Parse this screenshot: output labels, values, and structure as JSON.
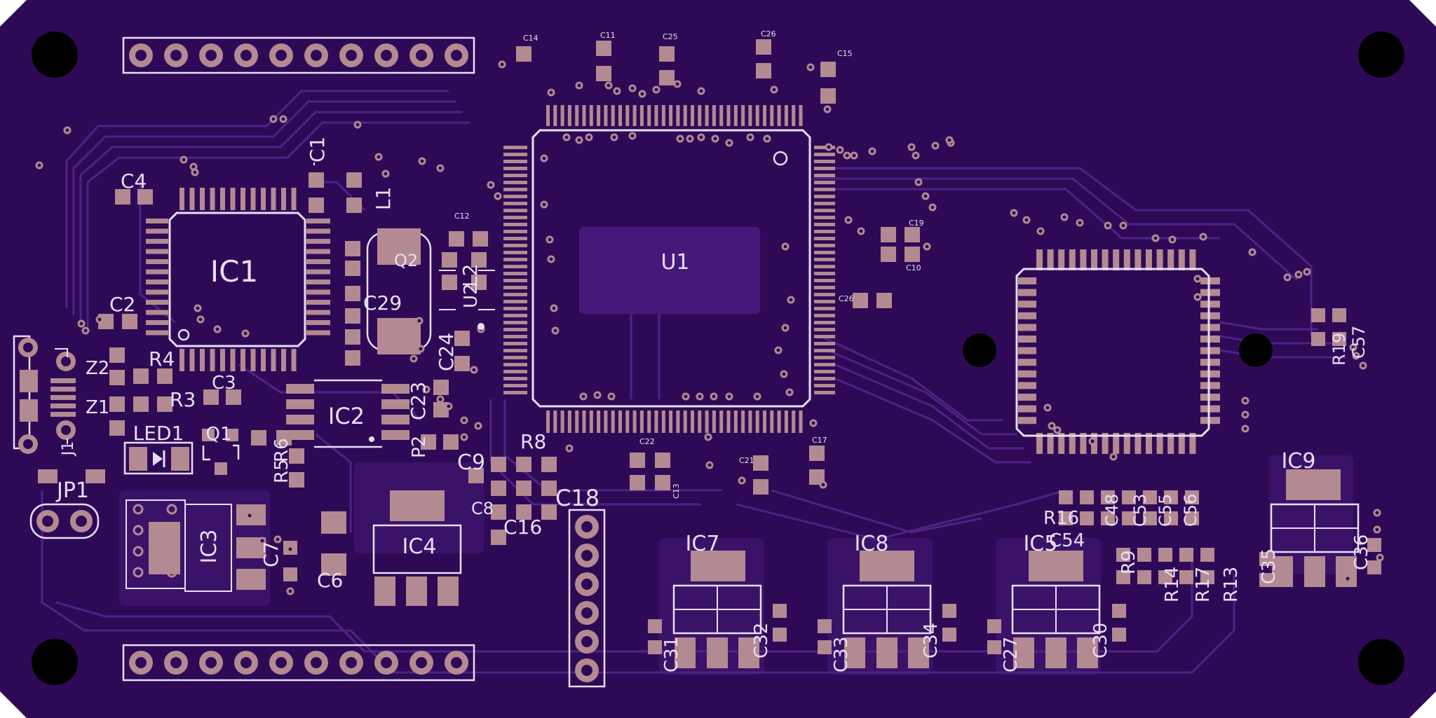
{
  "board": {
    "colors": {
      "substrate": "#2e0a56",
      "pour": "#3a1268",
      "trace": "#4e2385",
      "pad": "#b48a92",
      "silk": "#e9ddf3",
      "hole": "#000000",
      "body": "#45197a"
    }
  },
  "labels": {
    "u1": "U1",
    "ic1": "IC1",
    "ic2": "IC2",
    "ic3": "IC3",
    "ic4": "IC4",
    "ic5": "IC5",
    "ic7": "IC7",
    "ic8": "IC8",
    "ic9": "IC9",
    "c1": "C1",
    "c2": "C2",
    "c3": "C3",
    "c4": "C4",
    "c6": "C6",
    "c7": "C7",
    "c8": "C8",
    "c9": "C9",
    "c10": "C10",
    "c11": "C11",
    "c12": "C12",
    "c13": "C13",
    "c14": "C14",
    "c15": "C15",
    "c16": "C16",
    "c17": "C17",
    "c18": "C18",
    "c19": "C19",
    "c21": "C21",
    "c22": "C22",
    "c23": "C23",
    "c24": "C24",
    "c25": "C25",
    "c26": "C26",
    "c26b": "C26",
    "c27": "C27",
    "c29": "C29",
    "c30": "C30",
    "c31": "C31",
    "c32": "C32",
    "c33": "C33",
    "c34": "C34",
    "c35": "C35",
    "c36": "C36",
    "c48": "C48",
    "c53": "C53",
    "c54": "C54",
    "c55": "C55",
    "c56": "C56",
    "c57": "C57",
    "r3": "R3",
    "r4": "R4",
    "r5": "R5",
    "r6": "R6",
    "r8": "R8",
    "r9": "R9",
    "r13": "R13",
    "r14": "R14",
    "r16": "R16",
    "r17": "R17",
    "r19": "R19",
    "l1": "L1",
    "l2": "L2",
    "q1": "Q1",
    "q2": "Q2",
    "z1": "Z1",
    "z2": "Z2",
    "p2": "P2",
    "led1": "LED1",
    "jp1": "JP1",
    "u2": "U2",
    "j1": "J1"
  }
}
